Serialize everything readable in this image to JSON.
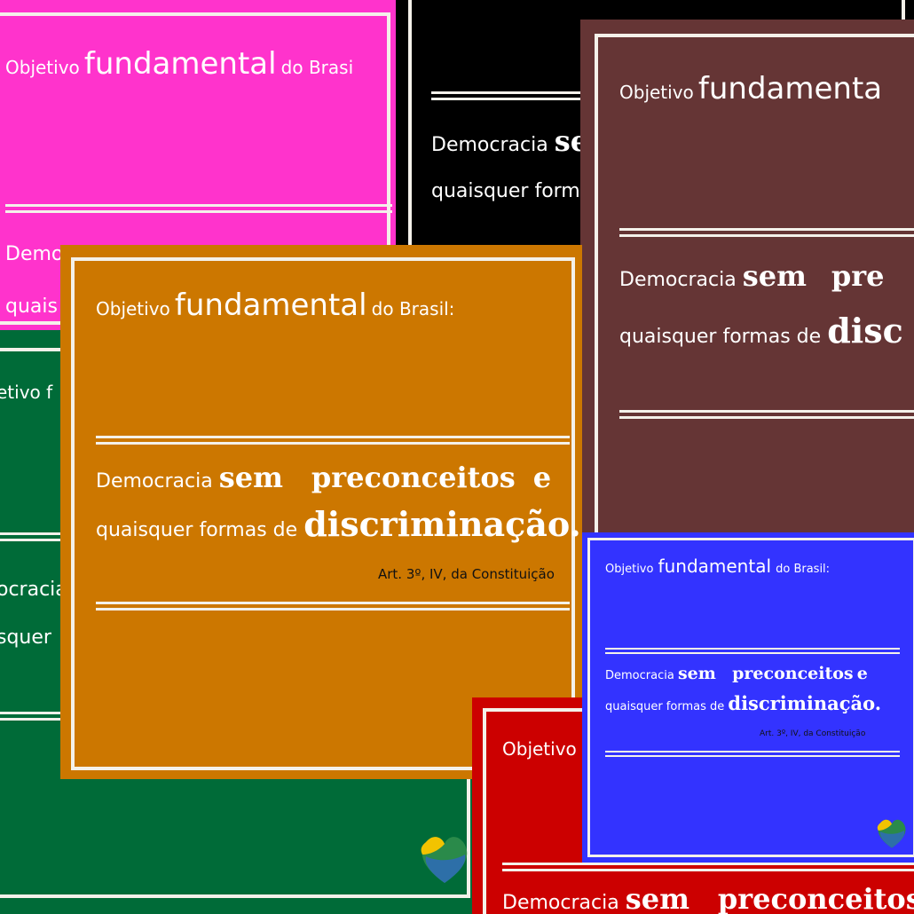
{
  "card_text": {
    "title_small_1": "Objetivo",
    "title_big": "fundamental",
    "title_small_2": "do Brasil:",
    "title_small_2_partial": "do Brasi",
    "line1_small": "Democracia",
    "line1_bold_1": "sem",
    "line1_bold_2": "preconceitos",
    "line1_bold_3": "e",
    "line2_small": "quaisquer formas de",
    "line2_bold": "discriminação.",
    "reference": "Art. 3º, IV, da Constituição"
  },
  "fragments": {
    "black_line1_bold": "se",
    "black_line2": "quaisquer form",
    "brown_title_big": "fundamenta",
    "brown_line1_bold": "pre",
    "brown_line2_bold": "disc",
    "green_title": "etivo f",
    "green_line1": "ocracia",
    "green_line2": "squer",
    "pink_line1": "Democ",
    "pink_line2": "quais",
    "red_title": "Objetivo f"
  },
  "colors": {
    "pink": "#ff33cc",
    "black": "#000000",
    "brown": "#653535",
    "green": "#006b38",
    "orange": "#cc7700",
    "blue": "#3333ff",
    "red": "#cc0000",
    "frame": "#f4f1ea",
    "reference_text": "#111111"
  },
  "icons": {
    "heart_logo": "heart-logo-icon"
  }
}
